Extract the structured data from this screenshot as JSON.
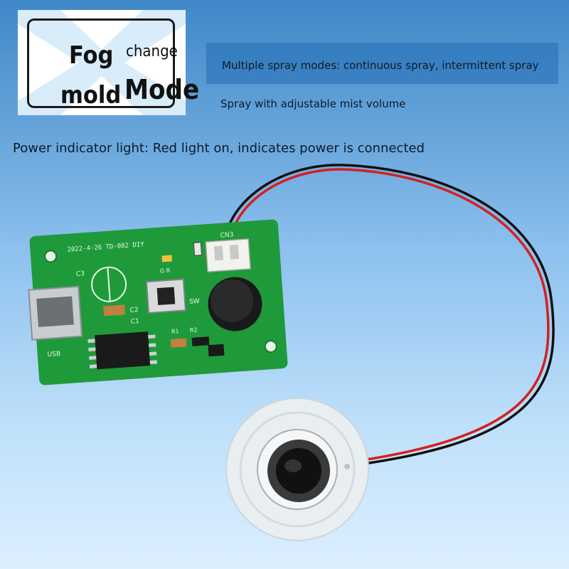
{
  "logo": {
    "word_fog": "Fog",
    "word_mold": "mold",
    "word_change": "change",
    "word_mode": "Mode"
  },
  "captions": {
    "spray_modes": "Multiple spray modes: continuous spray, intermittent spray",
    "mist_volume": "Spray with adjustable mist volume",
    "power_indicator": "Power indicator light: Red light on, indicates power is connected"
  },
  "board": {
    "silkscreen_date": "2022-4-26  TD-002  DIY",
    "usb_label": "USB",
    "sw_label": "SW",
    "c2_label": "C2",
    "c1_label": "C1",
    "r1_label": "R1",
    "r2_label": "R2",
    "c3_label": "C3",
    "connector_label": "CN3",
    "led_labels": "G  R"
  },
  "colors": {
    "pcb": "#1f9a3a",
    "wire_red": "#d42020",
    "wire_black": "#111111"
  }
}
